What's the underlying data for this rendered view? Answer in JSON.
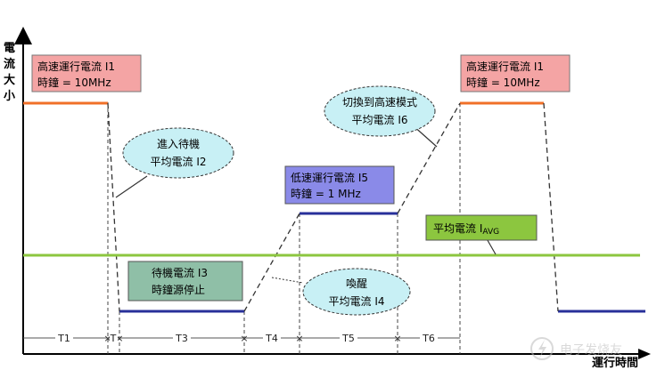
{
  "axes": {
    "y_label": [
      "電",
      "流",
      "大",
      "小"
    ],
    "x_label": "運行時間"
  },
  "boxes": {
    "high_left": {
      "line1": "高速運行電流 I1",
      "line2": "時鐘 = 10MHz"
    },
    "high_right": {
      "line1": "高速運行電流 I1",
      "line2": "時鐘 = 10MHz"
    },
    "standby": {
      "line1": "待機電流 I3",
      "line2": "時鐘源停止"
    },
    "low_speed": {
      "line1": "低速運行電流 I5",
      "line2": "時鐘 = 1 MHz"
    },
    "avg": {
      "main": "平均電流 I",
      "sub": "AVG"
    }
  },
  "bubbles": {
    "enter_standby": {
      "line1": "進入待機",
      "line2": "平均電流  I2"
    },
    "switch_high": {
      "line1": "切換到高速模式",
      "line2": "平均電流 I6"
    },
    "wake": {
      "line1": "喚醒",
      "line2": "平均電流 I4"
    }
  },
  "periods": [
    "T1",
    "T",
    "T3",
    "T4",
    "T5",
    "T6"
  ],
  "watermark": "电子发烧友",
  "colors": {
    "high_line": "#f07028",
    "low_line": "#28309a",
    "avg_line": "#8cc63f",
    "box_red": "#f4a4a4",
    "box_blue": "#8a8ae8",
    "box_teal": "#8fbfa7",
    "box_green": "#8cc63f",
    "bubble": "#c8f0f5"
  }
}
